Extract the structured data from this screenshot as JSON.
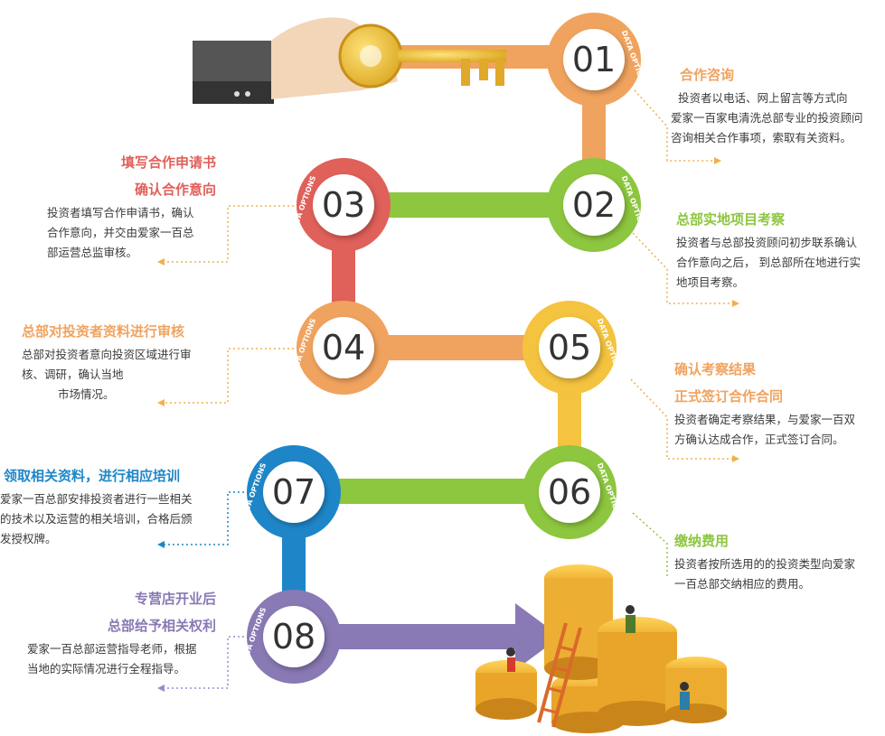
{
  "colors": {
    "orange": "#F0A35E",
    "green": "#8DC63F",
    "red": "#E0605A",
    "yellow": "#F4C33F",
    "blue": "#1E86C8",
    "purple": "#8979B4",
    "dots": "#F0B14A",
    "arrow_dots": "#9C8AD0"
  },
  "badge_label": "DATA OPTIONS",
  "steps": [
    {
      "num": "01",
      "title_lines": [
        "合作咨询"
      ],
      "desc_lines": [
        "投资者以电话、网上留言等方式向",
        "爱家一百家电清洗总部专业的投资顾问",
        "咨询相关合作事项，索取有关资料。"
      ]
    },
    {
      "num": "02",
      "title_lines": [
        "总部实地项目考察"
      ],
      "desc_lines": [
        "投资者与总部投资顾问初步联系确认",
        "合作意向之后， 到总部所在地进行实",
        "地项目考察。"
      ]
    },
    {
      "num": "03",
      "title_lines": [
        "填写合作申请书",
        "确认合作意向"
      ],
      "desc_lines": [
        "投资者填写合作申请书，确认",
        "合作意向，并交由爱家一百总",
        "部运营总监审核。"
      ]
    },
    {
      "num": "04",
      "title_lines": [
        "总部对投资者资料进行审核"
      ],
      "desc_lines": [
        "总部对投资者意向投资区域进行审",
        "核、调研，确认当地",
        "市场情况。"
      ]
    },
    {
      "num": "05",
      "title_lines": [
        "确认考察结果",
        "正式签订合作合同"
      ],
      "desc_lines": [
        "投资者确定考察结果，与爱家一百双",
        "方确认达成合作，正式签订合同。"
      ]
    },
    {
      "num": "06",
      "title_lines": [
        "缴纳费用"
      ],
      "desc_lines": [
        "投资者按所选用的的投资类型向爱家",
        "一百总部交纳相应的费用。"
      ]
    },
    {
      "num": "07",
      "title_lines": [
        "领取相关资料，进行相应培训"
      ],
      "desc_lines": [
        "爱家一百总部安排投资者进行一些相关",
        "的技术以及运营的相关培训，合格后颁",
        "发授权牌。"
      ]
    },
    {
      "num": "08",
      "title_lines": [
        "专营店开业后",
        "总部给予相关权利"
      ],
      "desc_lines": [
        "爱家一百总部运营指导老师，根据",
        "当地的实际情况进行全程指导。"
      ]
    }
  ]
}
